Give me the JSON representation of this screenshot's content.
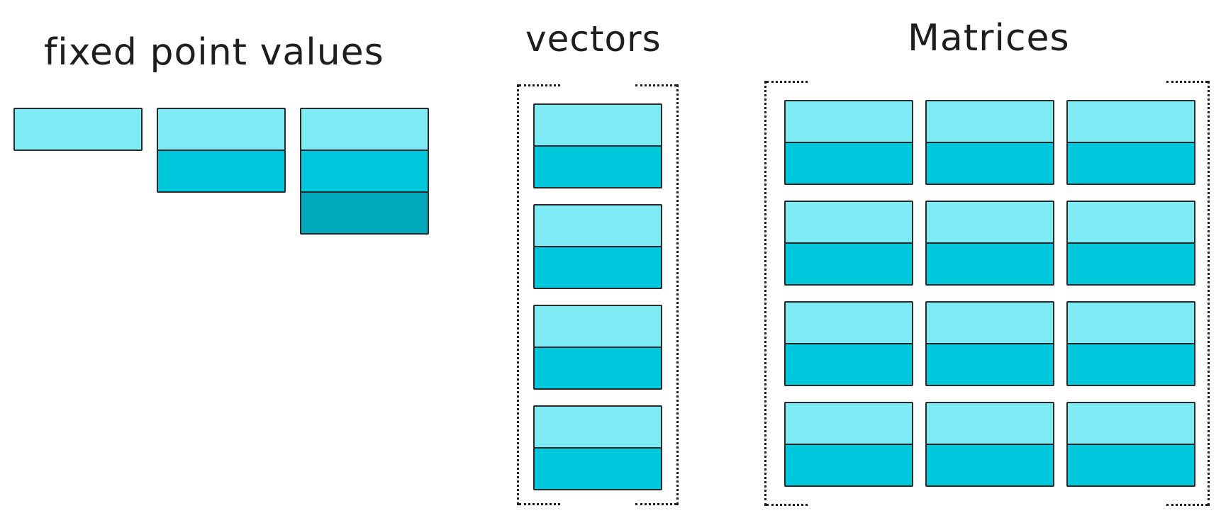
{
  "titles": {
    "fixed_point": "fixed point values",
    "vectors": "vectors",
    "matrices": "Matrices"
  },
  "colors": {
    "light": "#7eeaf4",
    "medium": "#00c8dc",
    "dark": "#00a8bc"
  },
  "fixed_point": {
    "stacks": [
      [
        "light"
      ],
      [
        "light",
        "medium"
      ],
      [
        "light",
        "medium",
        "dark"
      ]
    ]
  },
  "vectors": {
    "rows": 4,
    "cols": 1,
    "element": [
      "light",
      "medium"
    ]
  },
  "matrices": {
    "rows": 4,
    "cols": 3,
    "element": [
      "light",
      "medium"
    ]
  }
}
